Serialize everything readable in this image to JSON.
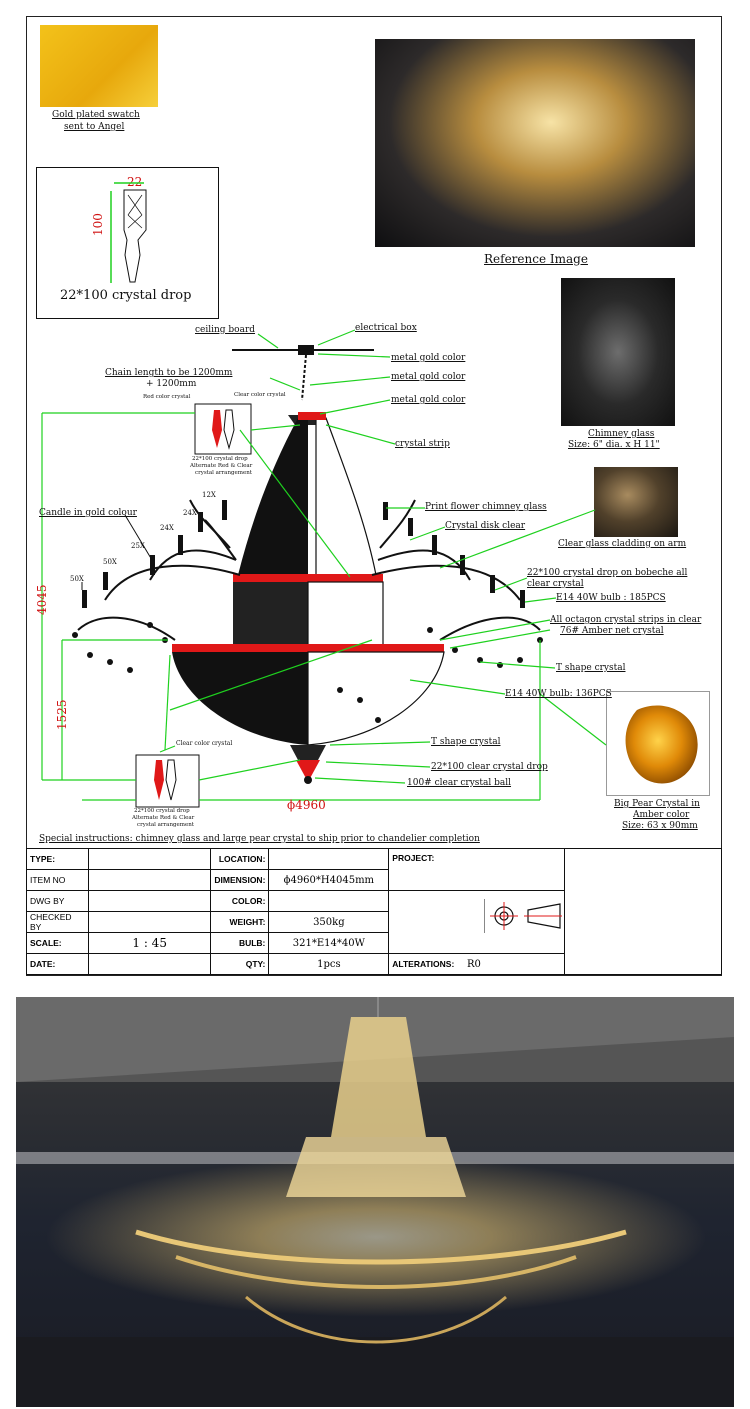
{
  "swatch": {
    "caption_l1": "Gold plated swatch",
    "caption_l2": "sent to Angel",
    "color": "#f0b917"
  },
  "drop_detail": {
    "width_dim": "22",
    "height_dim": "100",
    "title": "22*100 crystal drop"
  },
  "reference": {
    "caption": "Reference Image"
  },
  "chimney": {
    "caption_l1": "Chimney glass",
    "caption_l2": "Size: 6\" dia. x H 11\""
  },
  "callouts": {
    "ceiling_board": "ceiling board",
    "electrical_box": "electrical box",
    "metal_gold_1": "metal gold color",
    "metal_gold_2": "metal gold color",
    "metal_gold_3": "metal gold color",
    "chain_l1": "Chain length to be 1200mm",
    "chain_l2": "+    1200mm",
    "red_crystal": "Red color crystal",
    "clear_crystal_top": "Clear color crystal",
    "crystal_strip": "crystal strip",
    "alt_top_l1": "22*100 crystal drop",
    "alt_top_l2": "Alternate Red & Clear",
    "alt_top_l3": "crystal arrangement",
    "print_flower": "Print flower chimney glass",
    "crystal_disk": "Crystal disk clear",
    "clear_glass_cladding": "Clear glass cladding on arm",
    "candle_gold": "Candle in gold colour",
    "drop_bobeche_l1": "22*100 crystal drop on bobeche all",
    "drop_bobeche_l2": "clear crystal",
    "e14_185": "E14 40W bulb : 185PCS",
    "octagon_strips": "All octagon crystal strips in clear",
    "amber_net": "76# Amber net crystal",
    "t_shape_1": "T shape crystal",
    "e14_136": "E14 40W bulb: 136PCS",
    "t_shape_2": "T shape crystal",
    "clear_crystal_bottom": "Clear color crystal",
    "drop_clear": "22*100 clear crystal drop",
    "crystal_ball": "100# clear crystal ball",
    "alt_bot_l1": "22*100 crystal drop",
    "alt_bot_l2": "Alternate Red & Clear",
    "alt_bot_l3": "crystal arrangement"
  },
  "arm_counts": {
    "c12": "12X",
    "c24a": "24X",
    "c24b": "24X",
    "c25": "25X",
    "c50a": "50X",
    "c50b": "50X"
  },
  "dimensions": {
    "height": "4045",
    "lower": "1525",
    "diameter": "ϕ4960"
  },
  "pear": {
    "caption_l1": "Big Pear Crystal in",
    "caption_l2": "Amber color",
    "caption_l3": "Size: 63 x 90mm"
  },
  "special_instructions": "Special instructions: chimney glass and large pear crystal to ship prior to chandelier completion",
  "title_block": {
    "type_k": "TYPE:",
    "item_k": "ITEM NO",
    "dwg_k": "DWG BY",
    "checked_k": "CHECKED BY",
    "scale_k": "SCALE:",
    "scale_v": "1 : 45",
    "date_k": "DATE:",
    "location_k": "LOCATION:",
    "dimension_k": "DIMENSION:",
    "dimension_v": "ϕ4960*H4045mm",
    "color_k": "COLOR:",
    "weight_k": "WEIGHT:",
    "weight_v": "350kg",
    "bulb_k": "BULB:",
    "bulb_v": "321*E14*40W",
    "qty_k": "QTY:",
    "qty_v": "1pcs",
    "project_k": "PROJECT:",
    "alterations_k": "ALTERATIONS:",
    "alterations_v": "R0"
  },
  "colors": {
    "callout_line": "#1fd11f",
    "red_crystal": "#e01818",
    "dim_red": "#e02020"
  }
}
